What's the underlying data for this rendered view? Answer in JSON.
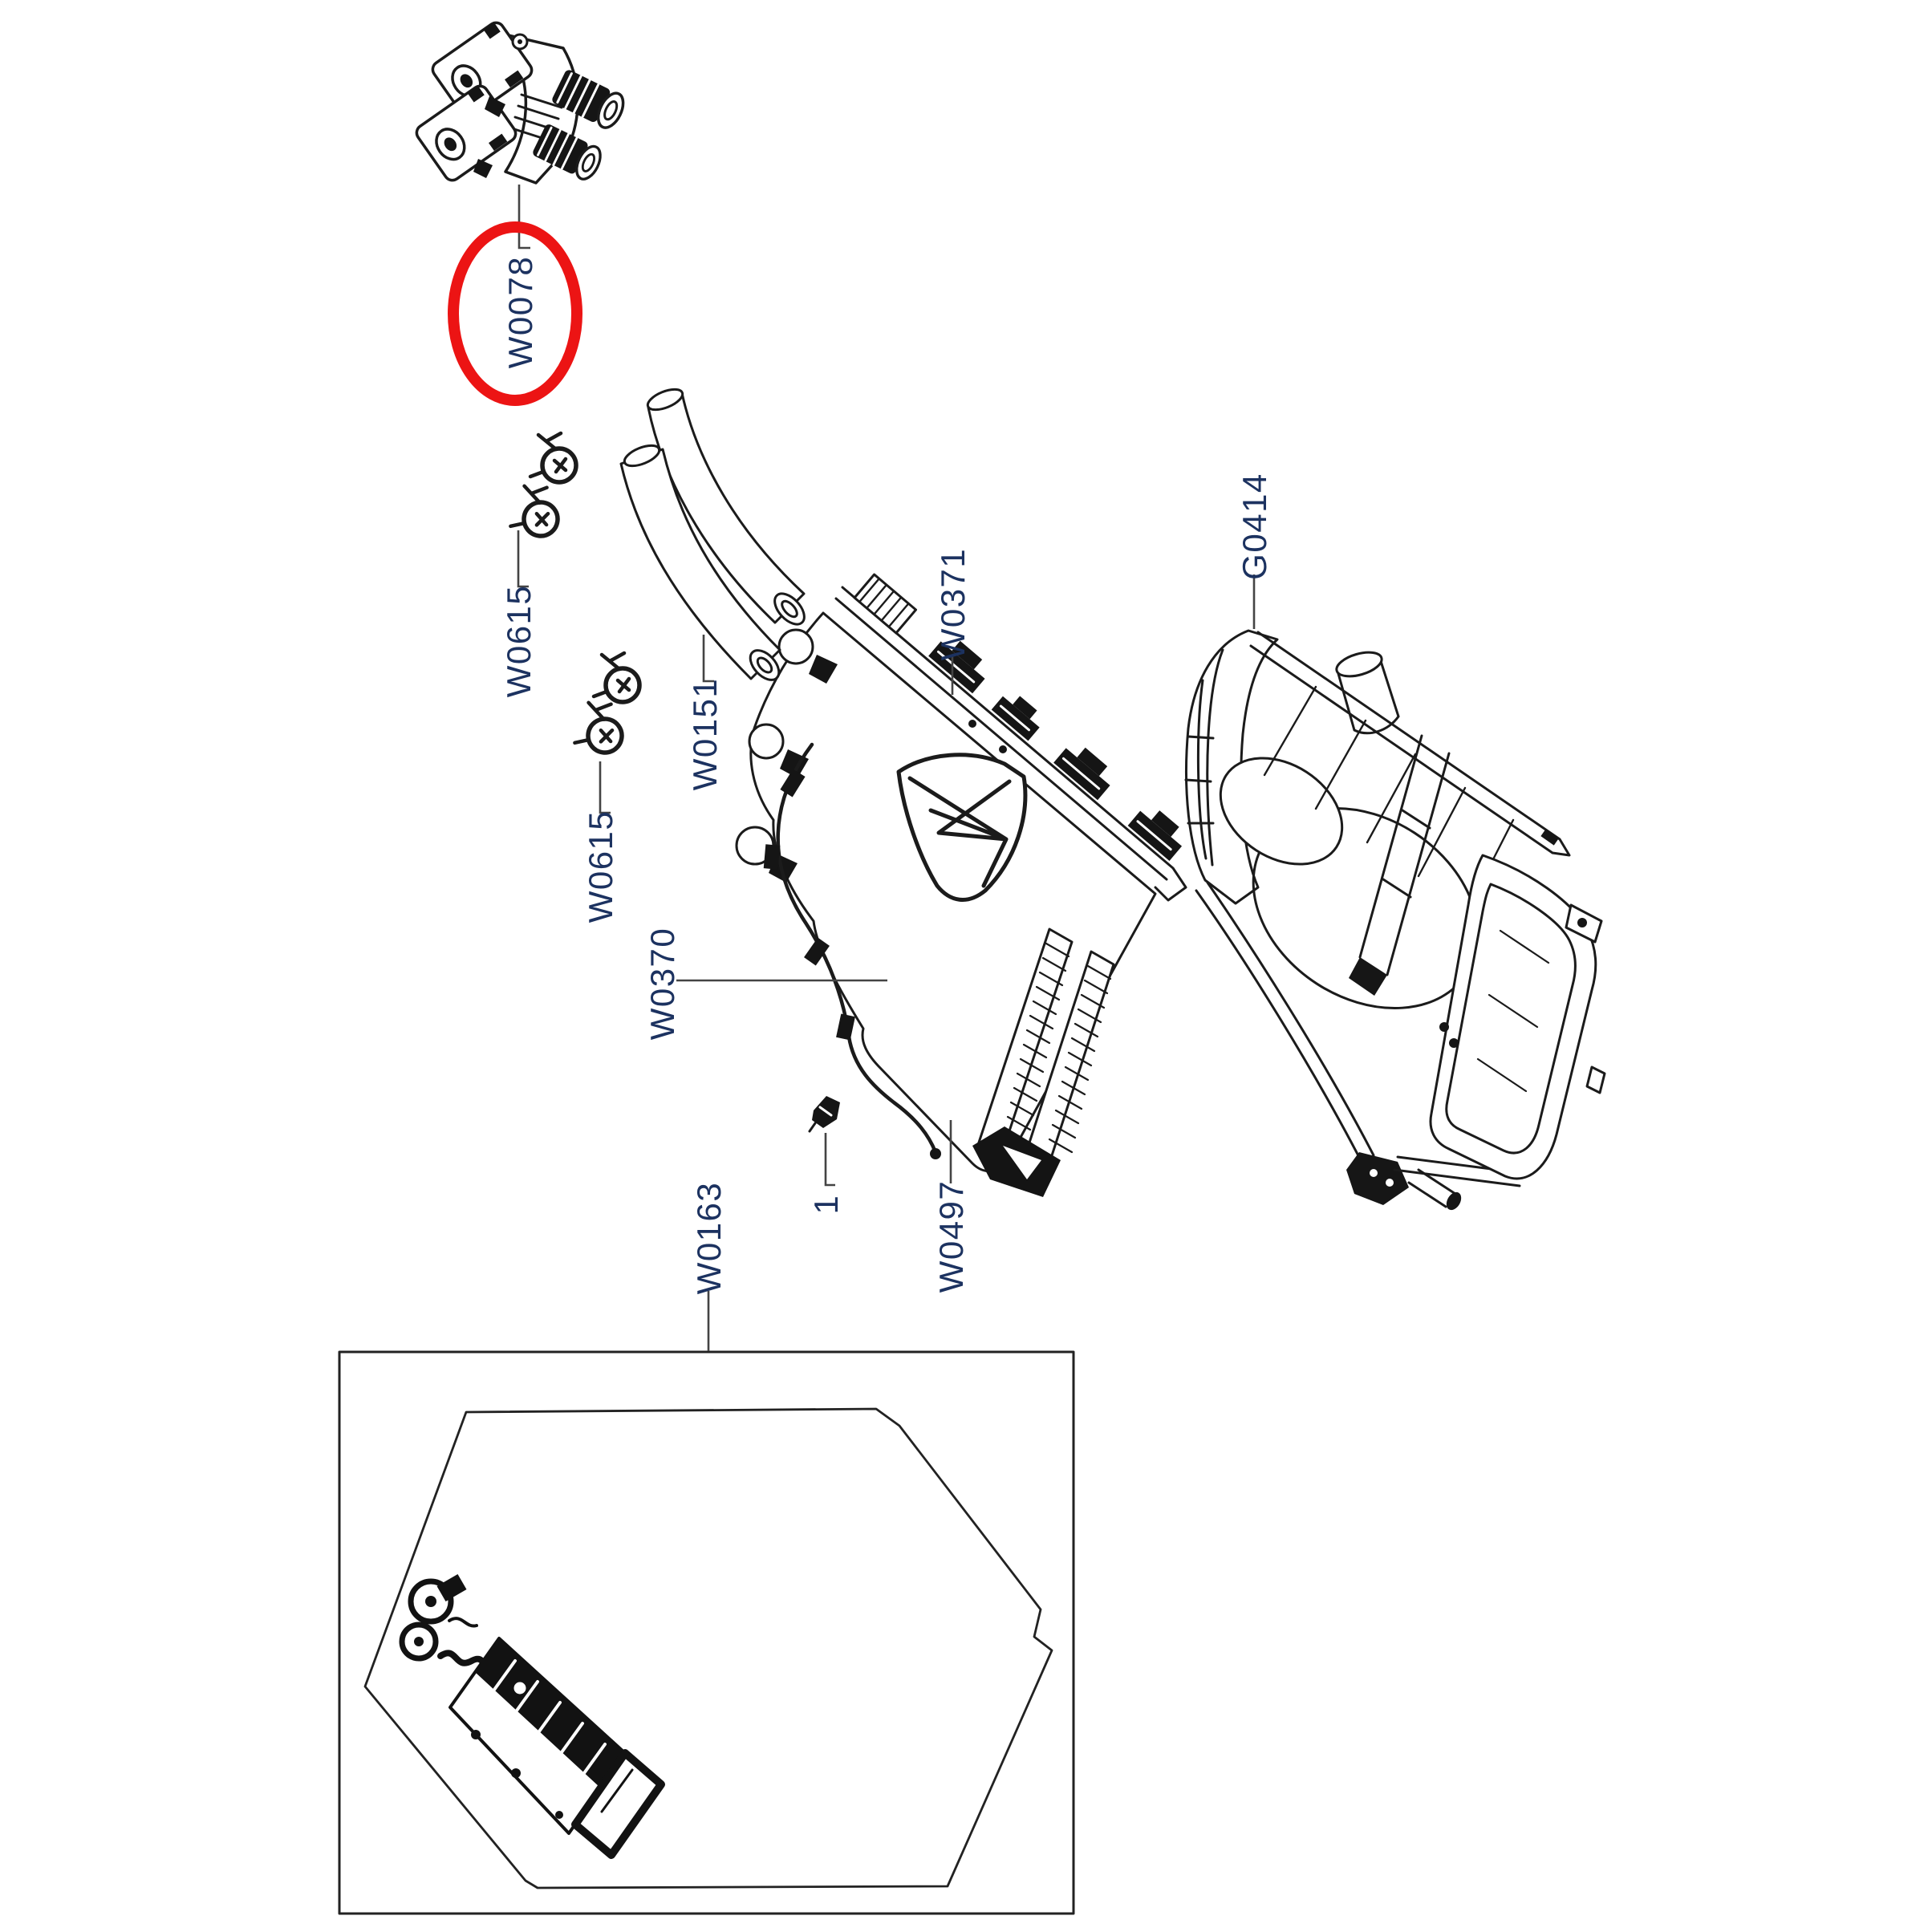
{
  "diagram": {
    "type": "exploded-parts-diagram",
    "background_color": "#ffffff",
    "line_color": "#1b1b1b",
    "leader_color": "#444444",
    "label_color": "#1c3260",
    "highlight_color": "#ec1414",
    "highlighted_part": "W0078",
    "parts": [
      {
        "label": "W0078",
        "circled": true
      },
      {
        "label": "W0615",
        "circled": false
      },
      {
        "label": "W0151",
        "circled": false
      },
      {
        "label": "W0615",
        "circled": false
      },
      {
        "label": "W0371",
        "circled": false
      },
      {
        "label": "W0370",
        "circled": false
      },
      {
        "label": "G0414",
        "circled": false
      },
      {
        "label": "W0163",
        "circled": false
      },
      {
        "label": "1",
        "circled": false
      },
      {
        "label": "W0497",
        "circled": false
      }
    ]
  }
}
